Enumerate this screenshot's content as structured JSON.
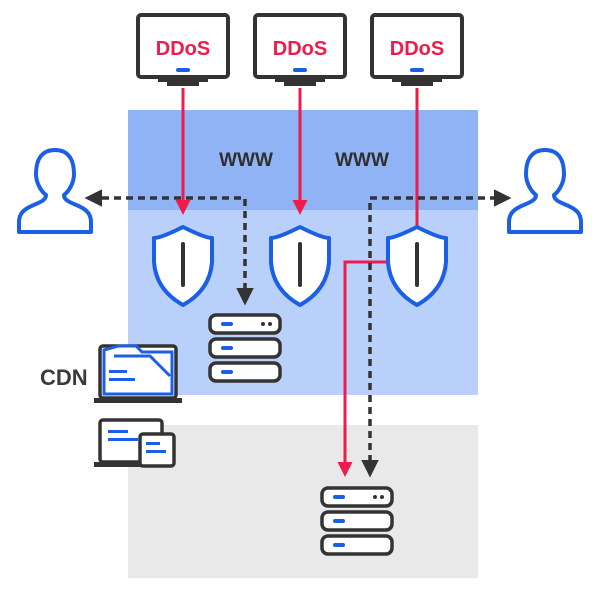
{
  "colors": {
    "attack": "#ee1c4a",
    "brand_blue": "#1a5fe6",
    "dark": "#333333",
    "zone_www_top": "#8fb3f5",
    "zone_www_bottom": "#b9d0fa",
    "zone_origin": "#e9e9e9"
  },
  "attackers": [
    {
      "label": "DDoS",
      "icon": "monitor-icon"
    },
    {
      "label": "DDoS",
      "icon": "monitor-icon"
    },
    {
      "label": "DDoS",
      "icon": "monitor-icon"
    }
  ],
  "www_labels": [
    "WWW",
    "WWW"
  ],
  "cdn_label": "CDN",
  "icons": {
    "user": "user-icon",
    "shield": "shield-icon",
    "server": "server-icon",
    "folder": "folder-icon",
    "devices": "devices-icon"
  }
}
